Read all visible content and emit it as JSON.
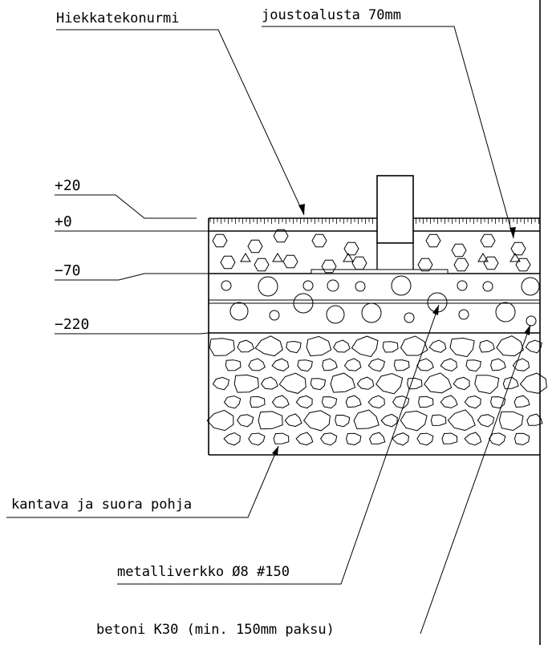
{
  "labels": {
    "top_left": "Hiekkatekonurmi",
    "top_right": "joustoalusta 70mm",
    "base": "kantava ja suora pohja",
    "mesh": "metalliverkko Ø8 #150",
    "concrete": "betoni K30 (min. 150mm paksu)"
  },
  "levels": {
    "plus20": "+20",
    "zero": "+0",
    "minus70": "−70",
    "minus220": "−220"
  }
}
